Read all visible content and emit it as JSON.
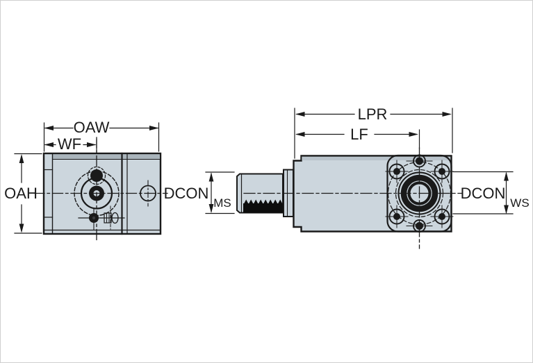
{
  "colors": {
    "background": "#ffffff",
    "body_fill": "#ccd6dd",
    "body_top_band": "#a9b4bb",
    "line": "#1a1a1a",
    "thread_fill": "#0d0d0d",
    "border": "#cfcfcf"
  },
  "left_view": {
    "dimensions": {
      "overall_width_label": "OAW",
      "functional_width_label": "WF",
      "overall_height_label": "OAH",
      "coupling_label": "DCON",
      "coupling_subscript": "MS"
    }
  },
  "right_view": {
    "dimensions": {
      "programming_length_label": "LPR",
      "functional_length_label": "LF",
      "coupling_label": "DCON",
      "coupling_subscript": "WS"
    }
  }
}
